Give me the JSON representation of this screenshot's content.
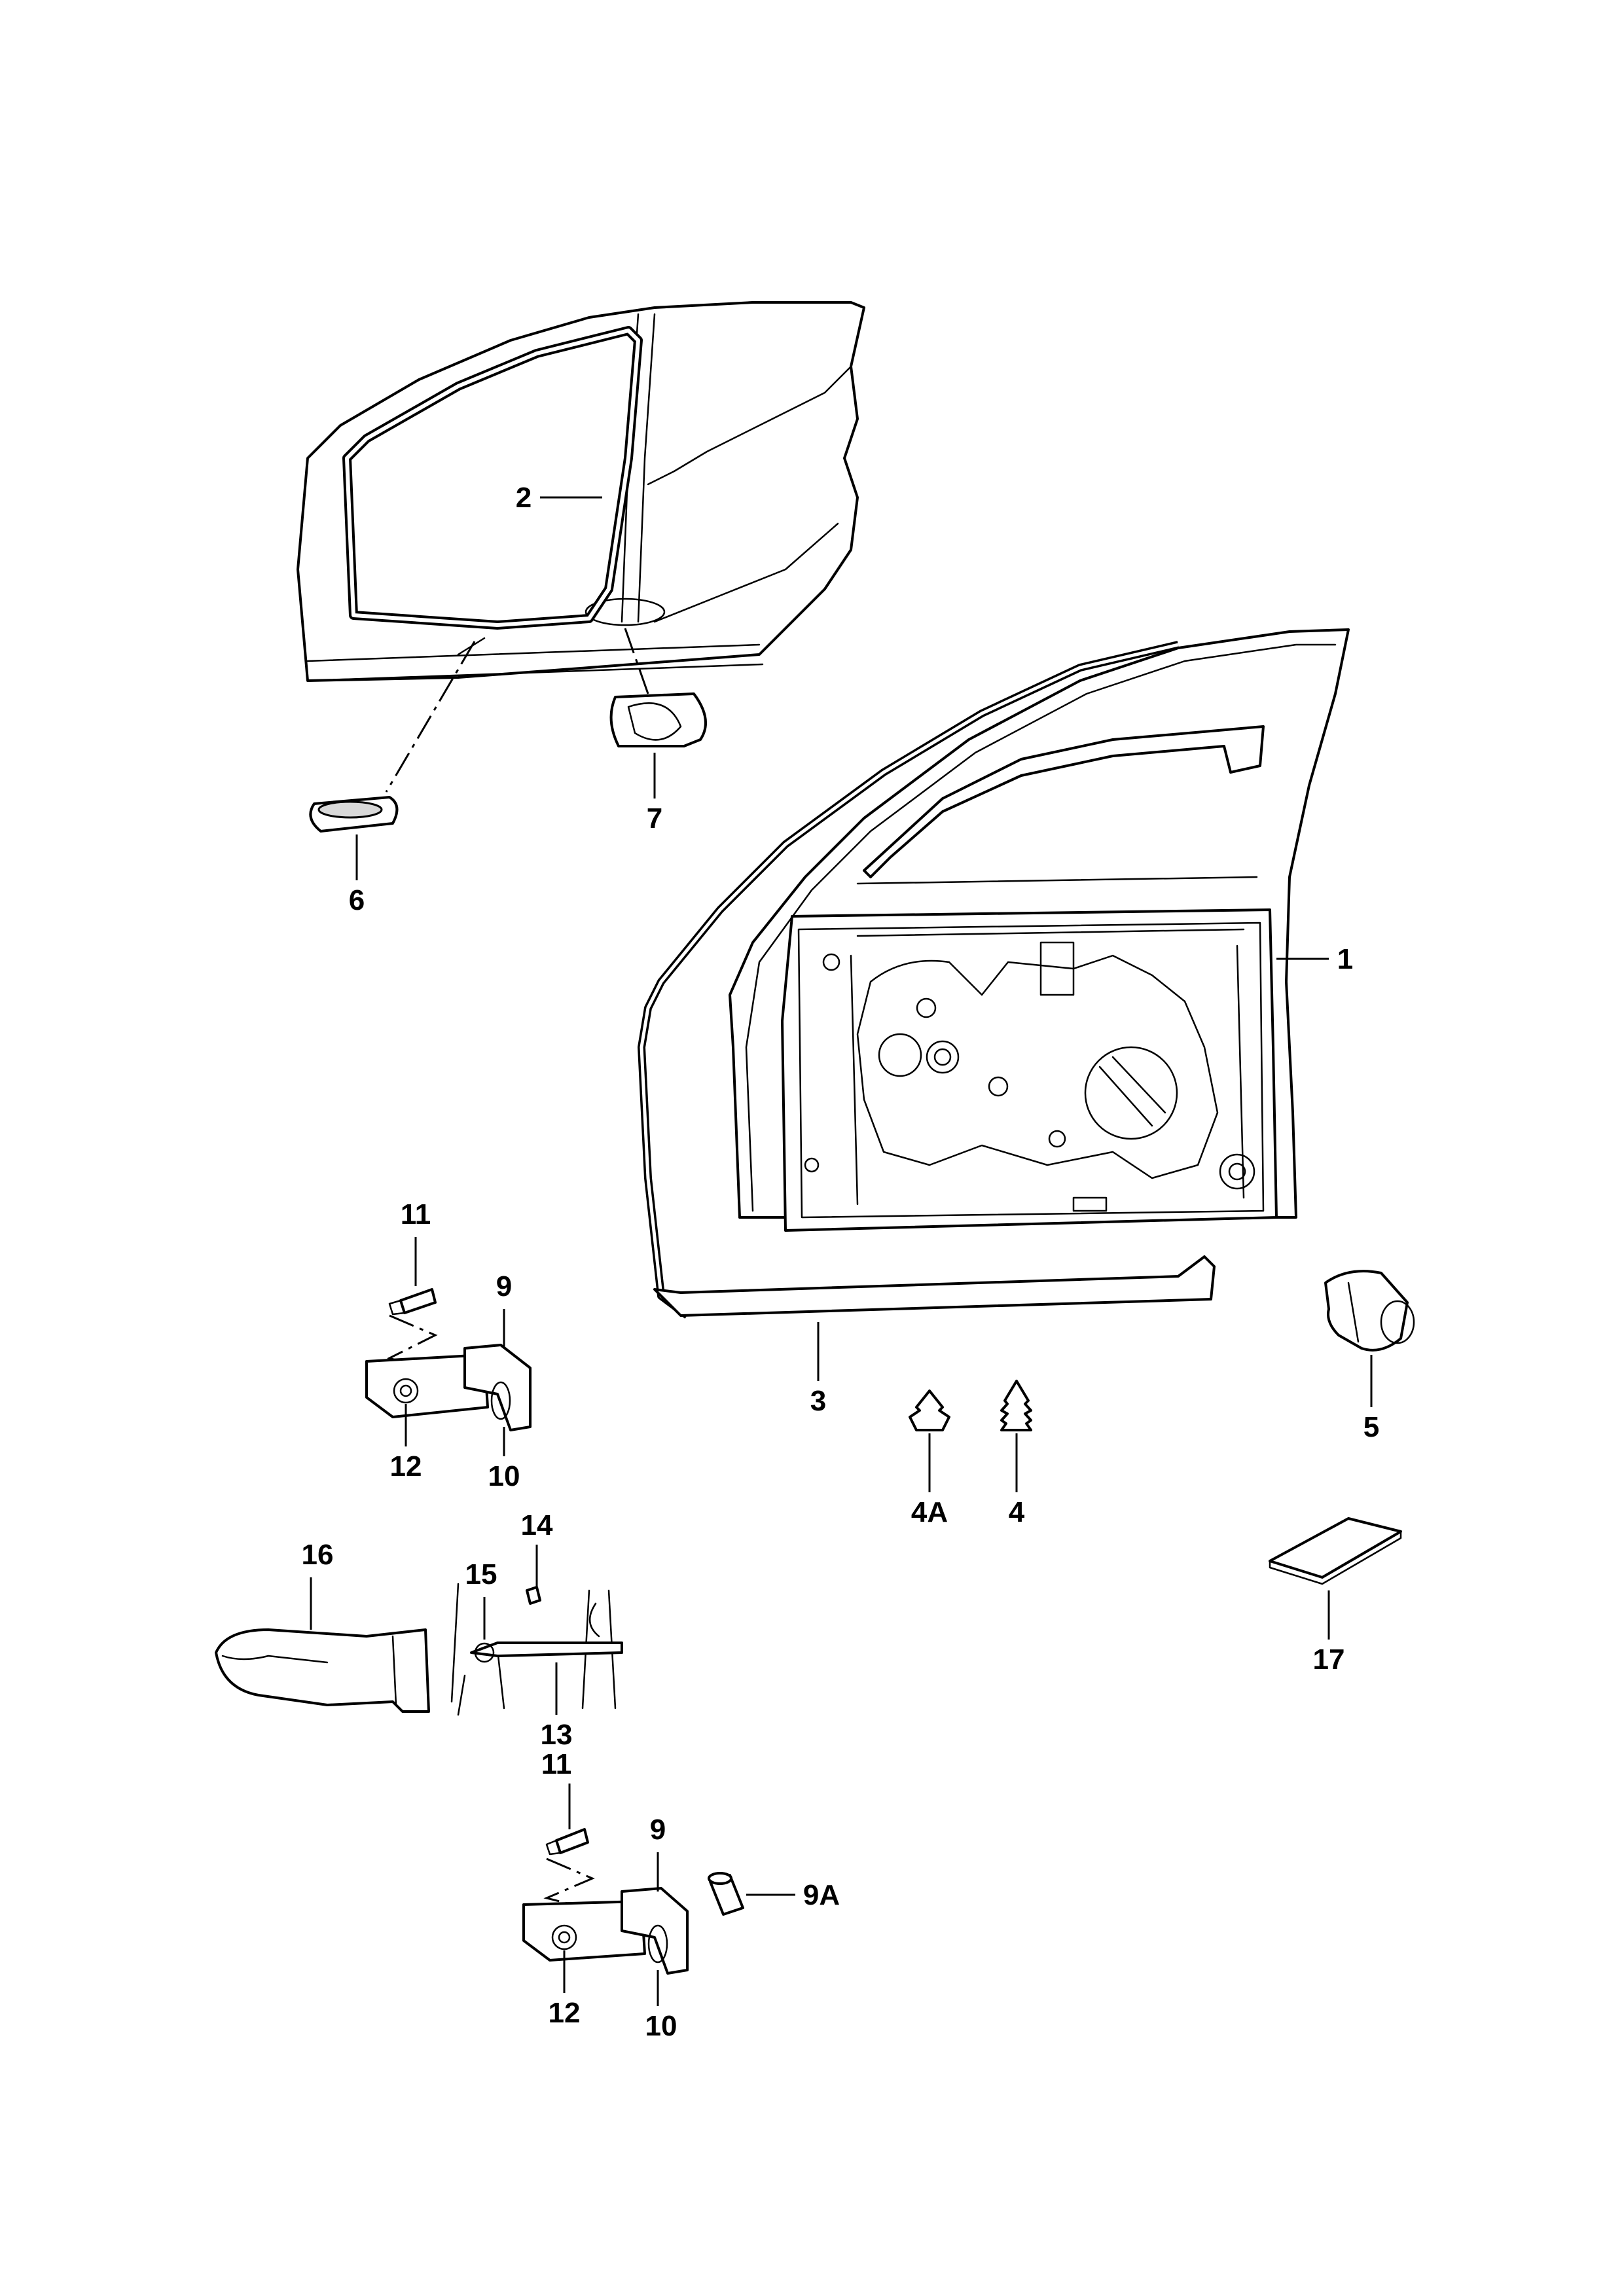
{
  "diagram": {
    "callouts": [
      {
        "id": "c1",
        "label": "1"
      },
      {
        "id": "c2",
        "label": "2"
      },
      {
        "id": "c3",
        "label": "3"
      },
      {
        "id": "c4",
        "label": "4"
      },
      {
        "id": "c4a",
        "label": "4A"
      },
      {
        "id": "c5",
        "label": "5"
      },
      {
        "id": "c6",
        "label": "6"
      },
      {
        "id": "c7",
        "label": "7"
      },
      {
        "id": "c9a_upper",
        "label": "9"
      },
      {
        "id": "c10_upper",
        "label": "10"
      },
      {
        "id": "c11_upper",
        "label": "11"
      },
      {
        "id": "c12_upper",
        "label": "12"
      },
      {
        "id": "c13",
        "label": "13"
      },
      {
        "id": "c14",
        "label": "14"
      },
      {
        "id": "c15",
        "label": "15"
      },
      {
        "id": "c16",
        "label": "16"
      },
      {
        "id": "c17",
        "label": "17"
      },
      {
        "id": "c11_lower",
        "label": "11"
      },
      {
        "id": "c9_lower",
        "label": "9"
      },
      {
        "id": "c9a",
        "label": "9A"
      },
      {
        "id": "c12_lower",
        "label": "12"
      },
      {
        "id": "c10_lower",
        "label": "10"
      }
    ]
  }
}
